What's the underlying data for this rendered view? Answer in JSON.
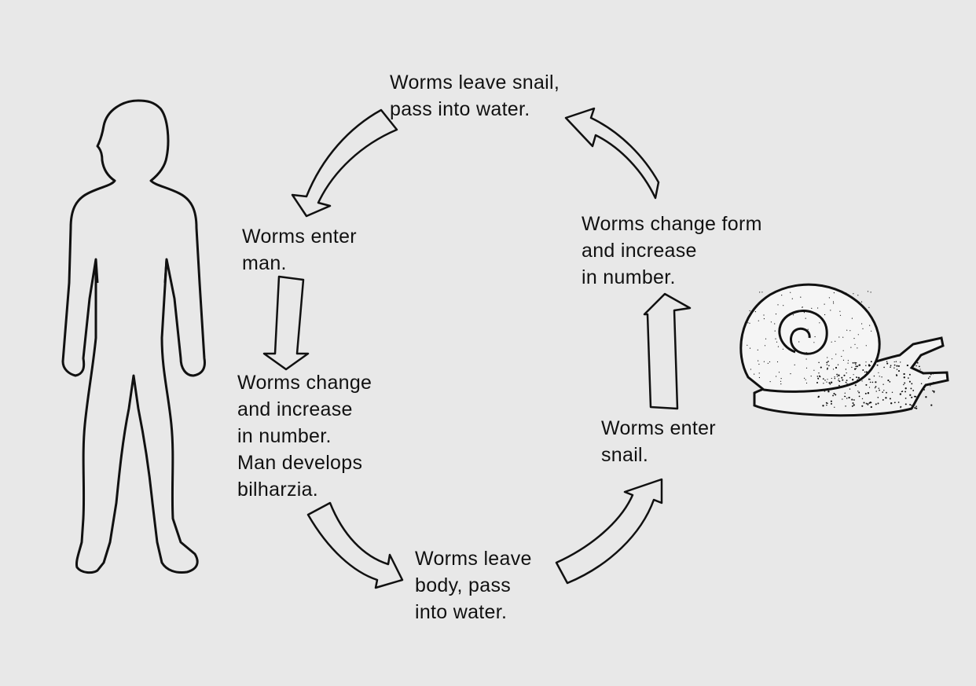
{
  "stages": [
    {
      "id": "leave-snail",
      "lines": [
        "Worms leave snail,",
        "pass into water."
      ]
    },
    {
      "id": "enter-man",
      "lines": [
        "Worms enter",
        "man."
      ]
    },
    {
      "id": "change-in-man",
      "lines": [
        "Worms change",
        "and increase",
        "in number.",
        "Man develops",
        "bilharzia."
      ]
    },
    {
      "id": "leave-body",
      "lines": [
        "Worms leave",
        "body, pass",
        "into water."
      ]
    },
    {
      "id": "enter-snail",
      "lines": [
        "Worms enter",
        "snail."
      ]
    },
    {
      "id": "change-in-snail",
      "lines": [
        "Worms change form",
        "and increase",
        "in number."
      ]
    }
  ],
  "figures": {
    "human": {
      "icon": "human-silhouette-icon"
    },
    "snail": {
      "icon": "snail-icon"
    }
  },
  "colors": {
    "background": "#e8e8e8",
    "ink": "#111111"
  }
}
